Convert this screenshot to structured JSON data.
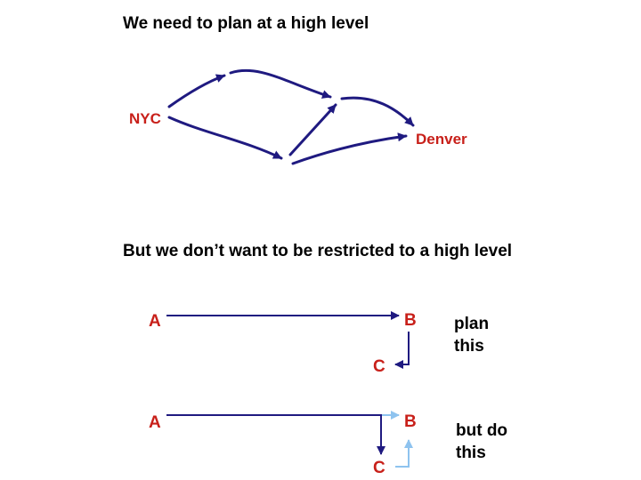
{
  "colors": {
    "route": "#1f1a80",
    "alternate_route": "#8ec3ef",
    "label": "#c8201a",
    "heading": "#000000"
  },
  "top": {
    "heading": "We need to plan at a high level",
    "origin": "NYC",
    "destination": "Denver"
  },
  "bottom": {
    "heading": "But we don’t want to be restricted to a high level",
    "plan": {
      "node_a": "A",
      "node_b": "B",
      "node_c": "C",
      "note_line1": "plan",
      "note_line2": "this"
    },
    "do": {
      "node_a": "A",
      "node_b": "B",
      "node_c": "C",
      "note_line1": "but do",
      "note_line2": "this"
    }
  }
}
